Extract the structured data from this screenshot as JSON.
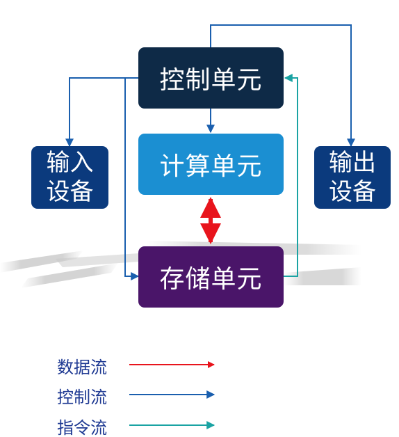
{
  "units": {
    "control": "控制单元",
    "compute": "计算单元",
    "storage": "存储单元"
  },
  "devices": {
    "input_line1": "输入",
    "input_line2": "设备",
    "output_line1": "输出",
    "output_line2": "设备"
  },
  "legend": {
    "data_flow": "数据流",
    "control_flow": "控制流",
    "instruction_flow": "指令流"
  },
  "colors": {
    "control_unit": "#0e2a47",
    "compute_unit": "#1b8fd2",
    "storage_unit": "#4a1569",
    "device": "#0b3a7d",
    "data_flow": "#e8141c",
    "control_flow": "#1a5fae",
    "instruction_flow": "#1aa3a3",
    "legend_text": "#1f3a93"
  }
}
